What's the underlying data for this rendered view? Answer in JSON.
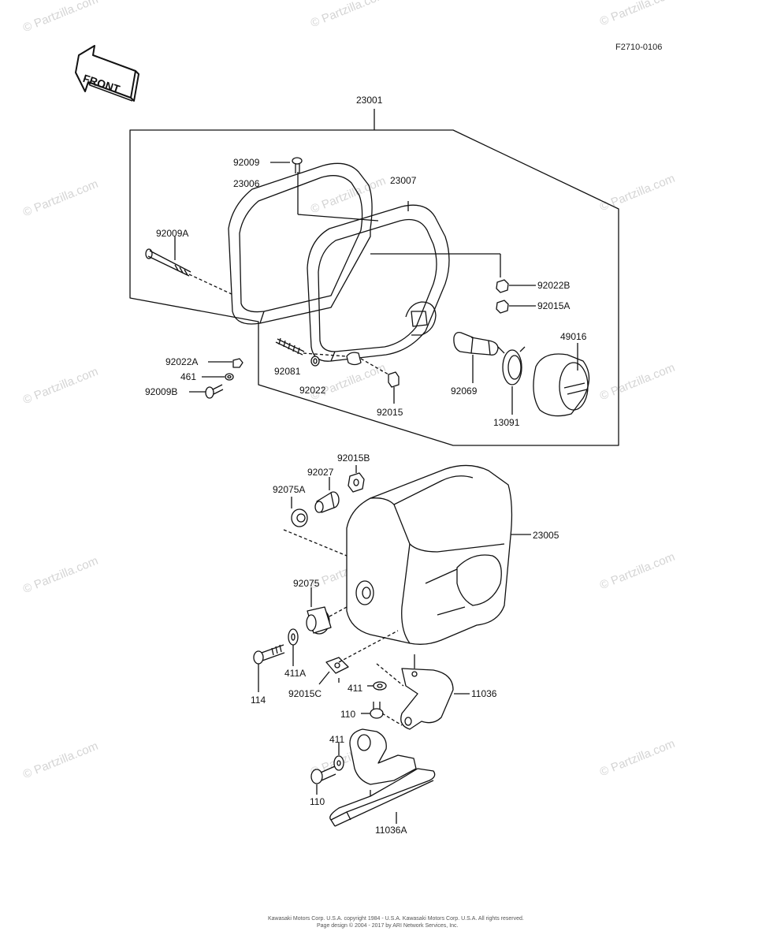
{
  "figure_code": "F2710-0106",
  "front_label": "FRONT",
  "watermark": "© Partzilla.com",
  "footer": {
    "line1": "Kawasaki Motors Corp. U.S.A. copyright 1984 - U.S.A.  Kawasaki Motors Corp. U.S.A.  All rights reserved.",
    "line2": "Page design © 2004 - 2017 by ARI Network Services, Inc."
  },
  "parts": {
    "p23001": "23001",
    "p92009": "92009",
    "p23006": "23006",
    "p23007": "23007",
    "p92009A": "92009A",
    "p92022B": "92022B",
    "p92015A": "92015A",
    "p49016": "49016",
    "p92022A": "92022A",
    "p461": "461",
    "p92009B": "92009B",
    "p92081": "92081",
    "p92022": "92022",
    "p92015": "92015",
    "p92069": "92069",
    "p13091": "13091",
    "p92015B": "92015B",
    "p92027": "92027",
    "p92075A": "92075A",
    "p23005": "23005",
    "p92075": "92075",
    "p411A": "411A",
    "p114": "114",
    "p92015C": "92015C",
    "p411a": "411",
    "p11036": "11036",
    "p110a": "110",
    "p411b": "411",
    "p110b": "110",
    "p11036A": "11036A"
  }
}
